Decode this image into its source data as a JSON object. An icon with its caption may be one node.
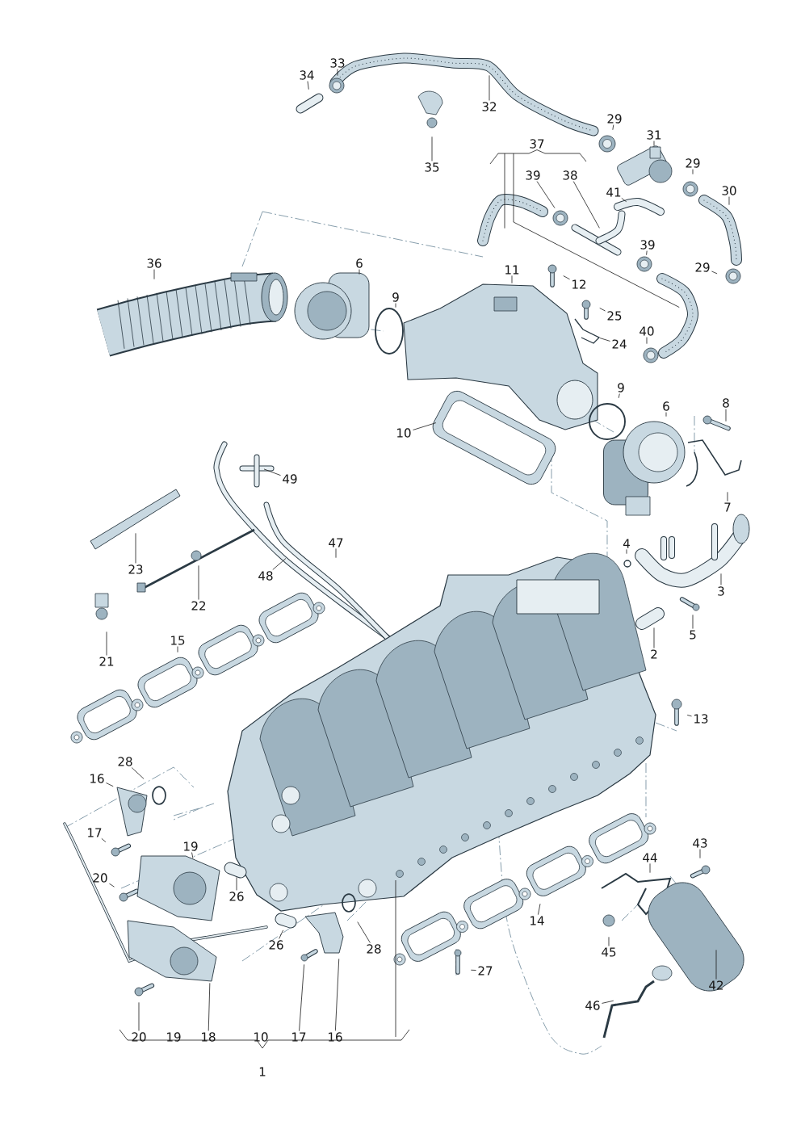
{
  "diagram": {
    "nodes": [
      {
        "text": [
          "33"
        ]
      },
      {
        "text": [
          "34"
        ]
      },
      {
        "text": [
          "32"
        ]
      },
      {
        "text": [
          "29"
        ]
      },
      {
        "text": [
          "31"
        ]
      },
      {
        "text": [
          "37"
        ]
      },
      {
        "text": [
          "29"
        ]
      },
      {
        "text": [
          "35"
        ]
      },
      {
        "text": [
          "39"
        ]
      },
      {
        "text": [
          "38"
        ]
      },
      {
        "text": [
          "30"
        ]
      },
      {
        "text": [
          "41"
        ]
      },
      {
        "text": [
          "39"
        ]
      },
      {
        "text": [
          "36"
        ]
      },
      {
        "text": [
          "6"
        ]
      },
      {
        "text": [
          "29"
        ]
      },
      {
        "text": [
          "11"
        ]
      },
      {
        "text": [
          "12"
        ]
      },
      {
        "text": [
          "9"
        ]
      },
      {
        "text": [
          "25"
        ]
      },
      {
        "text": [
          "40"
        ]
      },
      {
        "text": [
          "24"
        ]
      },
      {
        "text": [
          "9"
        ]
      },
      {
        "text": [
          "6"
        ]
      },
      {
        "text": [
          "8"
        ]
      },
      {
        "text": [
          "10"
        ]
      },
      {
        "text": [
          "49"
        ]
      },
      {
        "text": [
          "7"
        ]
      },
      {
        "text": [
          "47"
        ]
      },
      {
        "text": [
          "4"
        ]
      },
      {
        "text": [
          "23"
        ]
      },
      {
        "text": [
          "48"
        ]
      },
      {
        "text": [
          "3"
        ]
      },
      {
        "text": [
          "22"
        ]
      },
      {
        "text": [
          "5"
        ]
      },
      {
        "text": [
          "15"
        ]
      },
      {
        "text": [
          "2"
        ]
      },
      {
        "text": [
          "21"
        ]
      },
      {
        "text": [
          "13"
        ]
      },
      {
        "text": [
          "28"
        ]
      },
      {
        "text": [
          "16"
        ]
      },
      {
        "text": [
          "17"
        ]
      },
      {
        "text": [
          "43"
        ]
      },
      {
        "text": [
          "19"
        ]
      },
      {
        "text": [
          "44"
        ]
      },
      {
        "text": [
          "20"
        ]
      },
      {
        "text": [
          "26"
        ]
      },
      {
        "text": [
          "14"
        ]
      },
      {
        "text": [
          "28"
        ]
      },
      {
        "text": [
          "26"
        ]
      },
      {
        "text": [
          "45"
        ]
      },
      {
        "text": [
          "27"
        ]
      },
      {
        "text": [
          "42"
        ]
      },
      {
        "text": [
          "46"
        ]
      },
      {
        "text": [
          "20"
        ]
      },
      {
        "text": [
          "19"
        ]
      },
      {
        "text": [
          "18"
        ]
      },
      {
        "text": [
          "10"
        ]
      },
      {
        "text": [
          "17"
        ]
      },
      {
        "text": [
          "16"
        ]
      },
      {
        "text": [
          "1"
        ]
      }
    ],
    "edges": [
      {
        "from": 0,
        "to": null,
        "arrow": "none"
      },
      {
        "from": 1,
        "to": null,
        "arrow": "none"
      },
      {
        "from": 2,
        "to": null,
        "arrow": "none"
      },
      {
        "from": 3,
        "to": null,
        "arrow": "none"
      },
      {
        "from": 4,
        "to": null,
        "arrow": "none"
      },
      {
        "from": 6,
        "to": null,
        "arrow": "none"
      },
      {
        "from": 7,
        "to": null,
        "arrow": "none"
      },
      {
        "from": 8,
        "to": null,
        "arrow": "none"
      },
      {
        "from": 9,
        "to": null,
        "arrow": "none"
      },
      {
        "from": 10,
        "to": null,
        "arrow": "none"
      },
      {
        "from": 11,
        "to": null,
        "arrow": "none"
      },
      {
        "from": 12,
        "to": null,
        "arrow": "none"
      },
      {
        "from": 13,
        "to": null,
        "arrow": "none"
      },
      {
        "from": 14,
        "to": null,
        "arrow": "none"
      },
      {
        "from": 15,
        "to": null,
        "arrow": "none"
      },
      {
        "from": 16,
        "to": null,
        "arrow": "none"
      },
      {
        "from": 17,
        "to": null,
        "arrow": "none"
      },
      {
        "from": 18,
        "to": null,
        "arrow": "none"
      },
      {
        "from": 19,
        "to": null,
        "arrow": "none"
      },
      {
        "from": 20,
        "to": null,
        "arrow": "none"
      },
      {
        "from": 21,
        "to": null,
        "arrow": "none"
      },
      {
        "from": 22,
        "to": null,
        "arrow": "none"
      },
      {
        "from": 23,
        "to": null,
        "arrow": "none"
      },
      {
        "from": 24,
        "to": null,
        "arrow": "none"
      },
      {
        "from": 25,
        "to": null,
        "arrow": "none"
      },
      {
        "from": 26,
        "to": null,
        "arrow": "none"
      },
      {
        "from": 27,
        "to": null,
        "arrow": "none"
      },
      {
        "from": 28,
        "to": null,
        "arrow": "none"
      },
      {
        "from": 29,
        "to": null,
        "arrow": "none"
      },
      {
        "from": 30,
        "to": null,
        "arrow": "none"
      },
      {
        "from": 31,
        "to": null,
        "arrow": "none"
      },
      {
        "from": 32,
        "to": null,
        "arrow": "none"
      },
      {
        "from": 33,
        "to": null,
        "arrow": "none"
      },
      {
        "from": 34,
        "to": null,
        "arrow": "none"
      },
      {
        "from": 35,
        "to": null,
        "arrow": "none"
      },
      {
        "from": 36,
        "to": null,
        "arrow": "none"
      },
      {
        "from": 37,
        "to": null,
        "arrow": "none"
      },
      {
        "from": 38,
        "to": null,
        "arrow": "none"
      },
      {
        "from": 39,
        "to": null,
        "arrow": "none"
      },
      {
        "from": 40,
        "to": null,
        "arrow": "none"
      },
      {
        "from": 41,
        "to": null,
        "arrow": "none"
      },
      {
        "from": 42,
        "to": null,
        "arrow": "none"
      },
      {
        "from": 43,
        "to": null,
        "arrow": "none"
      },
      {
        "from": 44,
        "to": null,
        "arrow": "none"
      },
      {
        "from": 45,
        "to": null,
        "arrow": "none"
      },
      {
        "from": 46,
        "to": null,
        "arrow": "none"
      },
      {
        "from": 47,
        "to": null,
        "arrow": "none"
      },
      {
        "from": 48,
        "to": null,
        "arrow": "none"
      },
      {
        "from": 49,
        "to": null,
        "arrow": "none"
      },
      {
        "from": 50,
        "to": null,
        "arrow": "none"
      },
      {
        "from": 51,
        "to": null,
        "arrow": "none"
      },
      {
        "from": 52,
        "to": null,
        "arrow": "none"
      },
      {
        "from": 53,
        "to": null,
        "arrow": "none"
      },
      {
        "from": 54,
        "to": null,
        "arrow": "none"
      },
      {
        "from": 56,
        "to": null,
        "arrow": "none"
      },
      {
        "from": 58,
        "to": null,
        "arrow": "none"
      },
      {
        "from": 59,
        "to": null,
        "arrow": "none"
      },
      {
        "from": 5,
        "to": null,
        "arrow": "none"
      },
      {
        "from": 5,
        "to": null,
        "arrow": "none"
      }
    ]
  }
}
